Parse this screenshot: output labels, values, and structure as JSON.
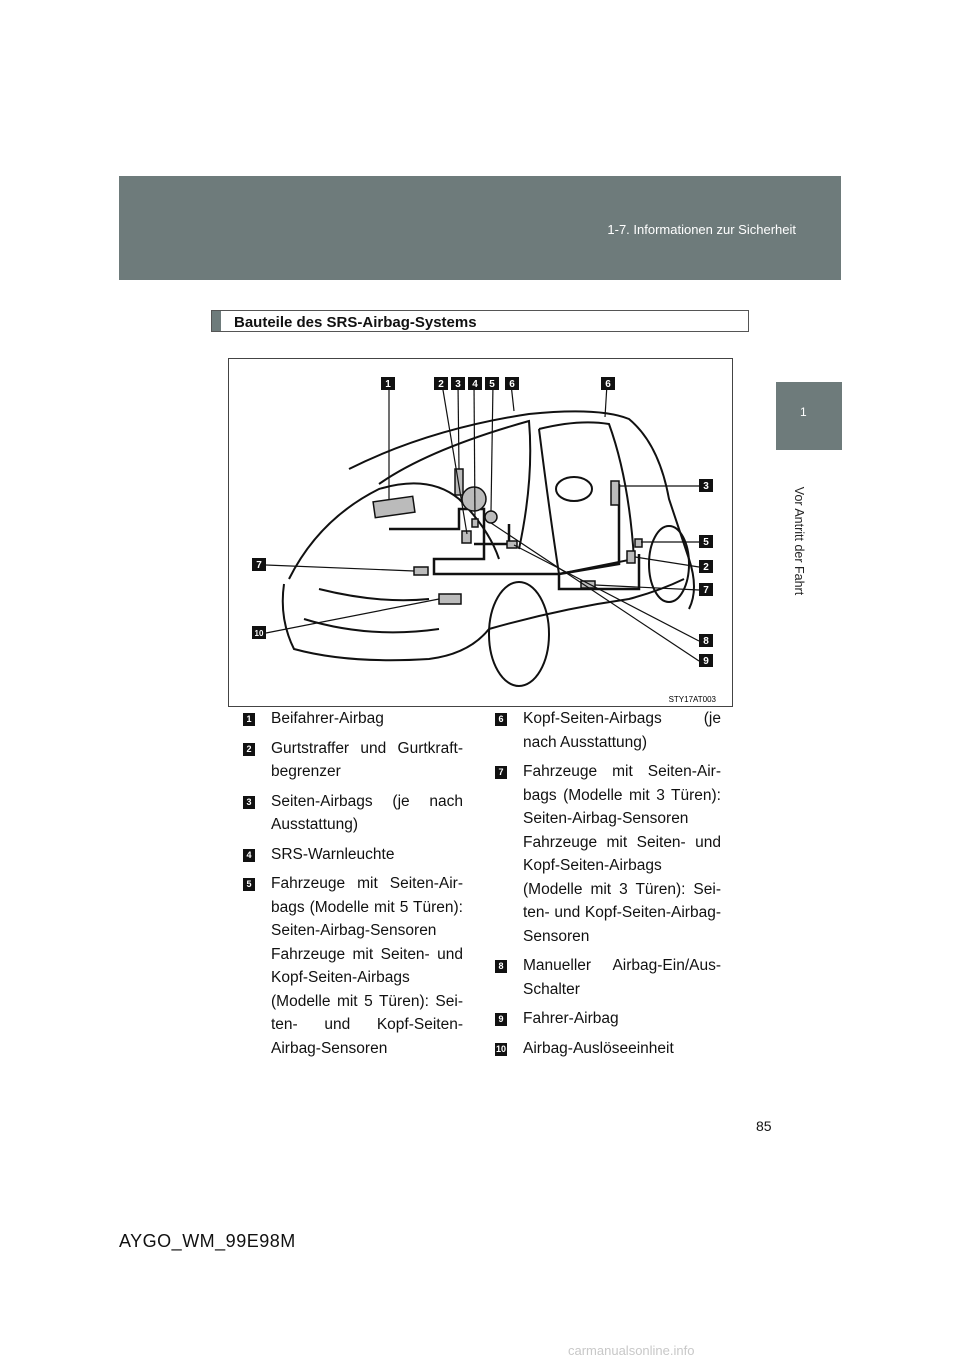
{
  "header": {
    "section": "1-7. Informationen zur Sicherheit"
  },
  "side_tab": {
    "number": "1",
    "chapter": "Vor Antritt der Fahrt"
  },
  "section_title": "Bauteile des SRS-Airbag-Systems",
  "figure": {
    "code": "STY17AT003",
    "callouts_top": [
      "1",
      "2",
      "3",
      "4",
      "5",
      "6",
      "6"
    ],
    "callouts_right": [
      "3",
      "5",
      "2",
      "7",
      "8",
      "9"
    ],
    "callouts_left": [
      "7",
      "10"
    ]
  },
  "items_left": [
    {
      "num": "1",
      "text": "Beifahrer-Airbag"
    },
    {
      "num": "2",
      "text": "Gurtstraffer und Gurtkraft-begrenzer"
    },
    {
      "num": "3",
      "text": "Seiten-Airbags (je nach Ausstattung)"
    },
    {
      "num": "4",
      "text": "SRS-Warnleuchte"
    },
    {
      "num": "5",
      "text": "Fahrzeuge mit Seiten-Air-bags (Modelle mit 5 Türen): Seiten-Airbag-Sensoren",
      "sub": "Fahrzeuge mit Seiten- und Kopf-Seiten-Airbags (Modelle mit 5 Türen): Sei-ten- und Kopf-Seiten-Airbag-Sensoren"
    }
  ],
  "items_right": [
    {
      "num": "6",
      "text": "Kopf-Seiten-Airbags (je nach Ausstattung)"
    },
    {
      "num": "7",
      "text": "Fahrzeuge mit Seiten-Air-bags (Modelle mit 3 Türen): Seiten-Airbag-Sensoren",
      "sub": "Fahrzeuge mit Seiten- und Kopf-Seiten-Airbags (Modelle mit 3 Türen): Sei-ten- und Kopf-Seiten-Airbag-Sensoren"
    },
    {
      "num": "8",
      "text": "Manueller Airbag-Ein/Aus-Schalter"
    },
    {
      "num": "9",
      "text": "Fahrer-Airbag"
    },
    {
      "num": "10",
      "text": "Airbag-Auslöseeinheit"
    }
  ],
  "page_number": "85",
  "footer_code": "AYGO_WM_99E98M",
  "watermark": "carmanualsonline.info"
}
